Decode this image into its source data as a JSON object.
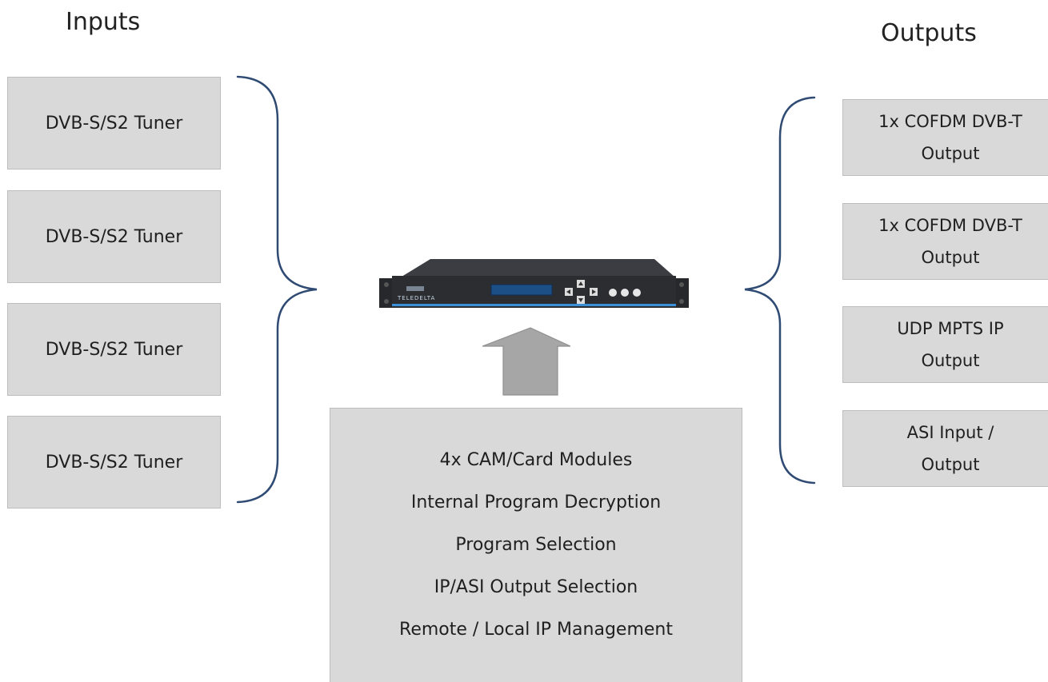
{
  "headings": {
    "inputs": "Inputs",
    "outputs": "Outputs"
  },
  "inputs": [
    "DVB-S/S2 Tuner",
    "DVB-S/S2 Tuner",
    "DVB-S/S2 Tuner",
    "DVB-S/S2 Tuner"
  ],
  "outputs": [
    {
      "line1": "1x COFDM DVB-T",
      "line2": "Output"
    },
    {
      "line1": "1x COFDM DVB-T",
      "line2": "Output"
    },
    {
      "line1": "UDP MPTS IP",
      "line2": "Output"
    },
    {
      "line1": "ASI Input /",
      "line2": "Output"
    }
  ],
  "features": [
    "4x CAM/Card Modules",
    "Internal Program Decryption",
    "Program Selection",
    "IP/ASI Output Selection",
    "Remote / Local IP Management"
  ],
  "device": {
    "brand": "TELEDELTA"
  },
  "colors": {
    "box_fill": "#d9d9d9",
    "brace": "#2f4a73",
    "arrow": "#a6a6a6",
    "device_body": "#2b2d31",
    "device_accent": "#3b8fd6"
  }
}
